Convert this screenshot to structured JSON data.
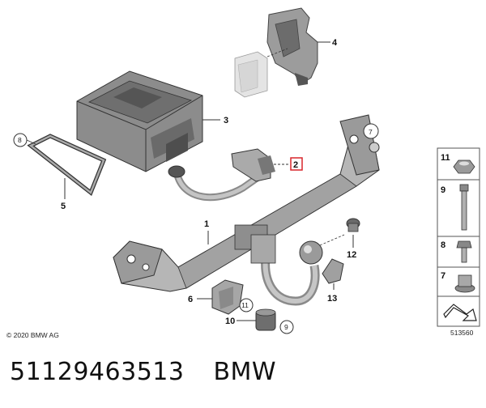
{
  "copyright": "© 2020 BMW AG",
  "diagram_number": "513560",
  "part_number": "51129463513",
  "brand": "BMW",
  "callouts": {
    "c1": "1",
    "c2": "2",
    "c3": "3",
    "c4": "4",
    "c5": "5",
    "c6": "6",
    "c7": "7",
    "c8": "8",
    "c9": "9",
    "c10": "10",
    "c11": "11",
    "c12": "12",
    "c13": "13"
  },
  "legend": {
    "l11": "11",
    "l9": "9",
    "l8": "8",
    "l7": "7"
  },
  "colors": {
    "highlight": "#d9262c",
    "part_fill": "#b8b8b8",
    "part_dark": "#7e7e7e",
    "line": "#333333"
  }
}
